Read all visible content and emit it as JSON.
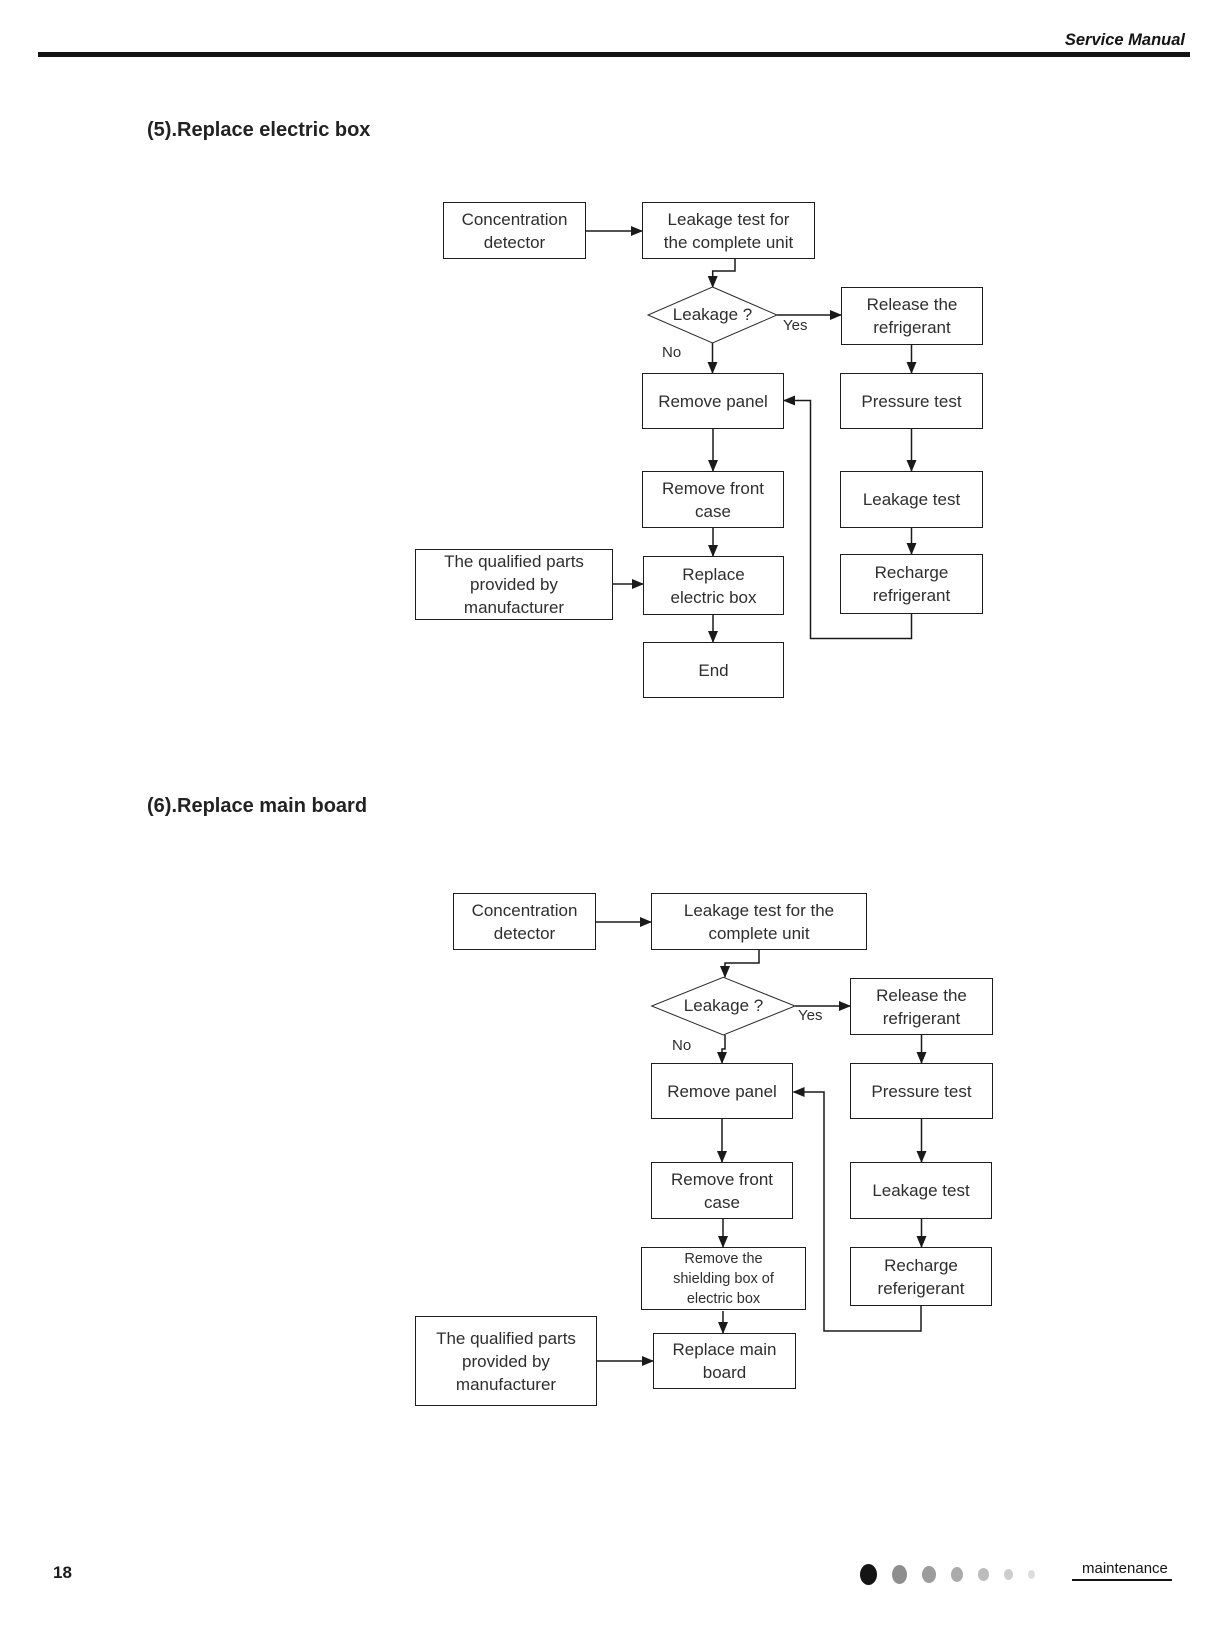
{
  "header": {
    "title": "Service Manual"
  },
  "section5": {
    "heading": "(5).Replace electric box",
    "nodes": {
      "concentration_detector": "Concentration\ndetector",
      "leakage_test_unit": "Leakage test for\nthe complete unit",
      "decision": "Leakage ?",
      "yes": "Yes",
      "no": "No",
      "release_refrigerant": "Release the\nrefrigerant",
      "remove_panel": "Remove panel",
      "pressure_test": "Pressure test",
      "remove_front_case": "Remove front\ncase",
      "leakage_test": "Leakage test",
      "qualified_parts": "The qualified parts\nprovided by\nmanufacturer",
      "replace_electric_box": "Replace\nelectric box",
      "recharge_refrigerant": "Recharge\nrefrigerant",
      "end": "End"
    }
  },
  "section6": {
    "heading": "(6).Replace main board",
    "nodes": {
      "concentration_detector": "Concentration\ndetector",
      "leakage_test_unit": "Leakage test for the\ncomplete unit",
      "decision": "Leakage ?",
      "yes": "Yes",
      "no": "No",
      "release_refrigerant": "Release the\nrefrigerant",
      "remove_panel": "Remove panel",
      "pressure_test": "Pressure test",
      "remove_front_case": "Remove front\ncase",
      "leakage_test": "Leakage test",
      "remove_shielding_box": "Remove the\nshielding box of\nelectric box",
      "recharge_refrigerant": "Recharge\nreferigerant",
      "qualified_parts": "The qualified parts\nprovided by\nmanufacturer",
      "replace_main_board": "Replace main\nboard"
    }
  },
  "footer": {
    "page_number": "18",
    "tab_label": "maintenance",
    "dot_colors": [
      "#141414",
      "#8e8e8e",
      "#9c9c9c",
      "#ababab",
      "#bcbcbc",
      "#cdcdcd",
      "#dddddd"
    ]
  }
}
